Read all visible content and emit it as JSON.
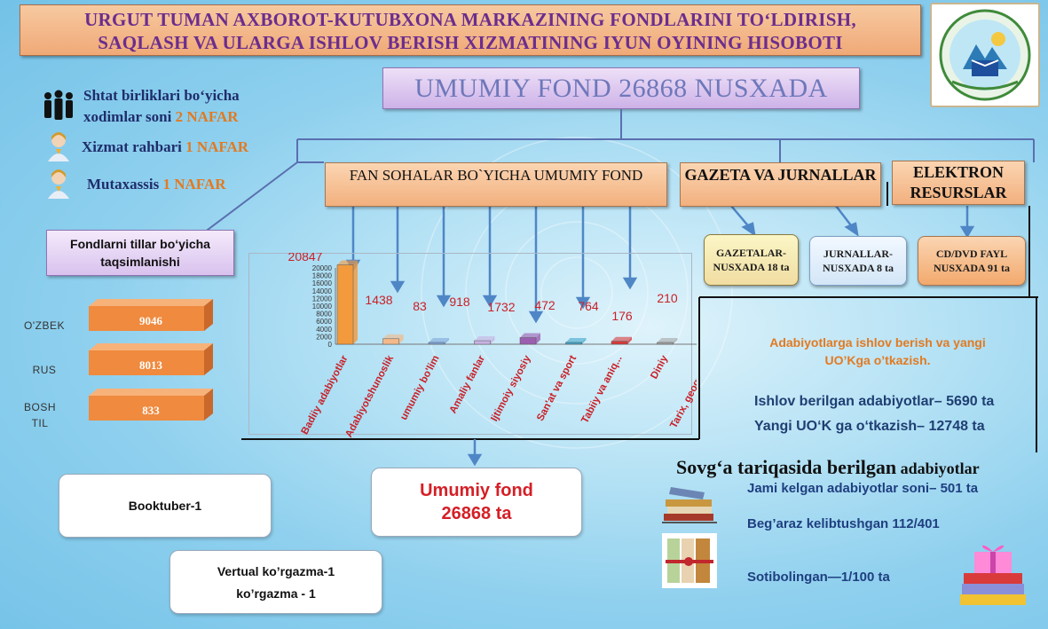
{
  "title": {
    "line1": "URGUT TUMAN AXBOROT-KUTUBXONA  MARKAZINING FONDLARINI TO‘LDIRISH,",
    "line2": "SAQLASH VA ULARGA  ISHLOV BERISH  XIZMATINING IYUN OYINING HISOBOTI"
  },
  "fond_header": "UMUMIY  FOND 26868 NUSXADA",
  "staff": [
    {
      "line1": "Shtat birliklari  bo‘yicha",
      "line2_prefix": "xodimlar  soni ",
      "count": "2 NAFAR"
    },
    {
      "label": "Xizmat rahbari ",
      "count": "1 NAFAR"
    },
    {
      "label": "Mutaxassis ",
      "count": "1 NAFAR"
    }
  ],
  "categories": {
    "fan": "FAN SOHALAR  BO`YICHA  UMUMIY FOND",
    "gazeta": "GAZETA  VA JURNALLAR",
    "elektron": "ELEKTRON RESURSLAR"
  },
  "sub_boxes": {
    "gazetalar": "GAZETALAR-NUSXADA  18 ta",
    "jurnallar": "JURNALLAR-NUSXADA  8 ta",
    "cd": "CD/DVD  FAYL NUSXADA  91 ta"
  },
  "lang_title": "Fondlarni tillar bo‘yicha taqsimlanishi",
  "languages": [
    {
      "label": "O'ZBEK",
      "value": "9046"
    },
    {
      "label": "RUS",
      "value": "8013"
    },
    {
      "label": "BOSH TIL",
      "value": "833"
    }
  ],
  "chart_data": {
    "type": "bar",
    "categories": [
      "Badiiy adabiyotlar",
      "Adabiyotshunoslik",
      "umumiy bo'lim",
      "Amaliy fanlar",
      "Ijtimoiy siyosiy",
      "San'at va sport",
      "Tabiiy va aniq...",
      "Diniy",
      "Tarix, geografiya"
    ],
    "values": [
      20847,
      1438,
      83,
      918,
      1732,
      472,
      764,
      176,
      210
    ],
    "value_labels": [
      "20847",
      "1438",
      "83",
      "918",
      "1732",
      "472",
      "764",
      "176",
      "210"
    ],
    "yticks": [
      "0",
      "2000",
      "4000",
      "6000",
      "8000",
      "10000",
      "12000",
      "14000",
      "16000",
      "18000",
      "20000"
    ],
    "ylim": [
      0,
      20000
    ],
    "colors": [
      "#f39a3d",
      "#f4b98a",
      "#7fa6dc",
      "#c8b2e3",
      "#9b5fb0",
      "#3fa6c9",
      "#d63a3a",
      "#a5a5a5",
      "#2eb1c6"
    ]
  },
  "total_box": {
    "label": "Umumiy fond",
    "value": "26868 ta"
  },
  "booktuber": "Booktuber-1",
  "virtual": {
    "line1": "Vertual ko’rgazma-1",
    "line2": "ko’rgazma - 1"
  },
  "processing": {
    "heading": "Adabiyotlarga ishlov berish va yangi UO’Kga o’tkazish.",
    "line1": "Ishlov berilgan adabiyotlar– 5690 ta",
    "line2": "Yangi UO‘K ga o‘tkazish– 12748 ta"
  },
  "gifts": {
    "heading_main": "Sovg‘a tariqasida berilgan",
    "heading_tail": " adabiyotlar",
    "total": "Jami kelgan  adabiyotlar soni– 501 ta",
    "free": "Beg’araz kelibtushgan 112/401",
    "bought": "Sotibolingan—1/100 ta"
  },
  "colors": {
    "accent_orange": "#e27a21",
    "title_purple": "#6b2d8e",
    "red_text": "#d51f26"
  }
}
